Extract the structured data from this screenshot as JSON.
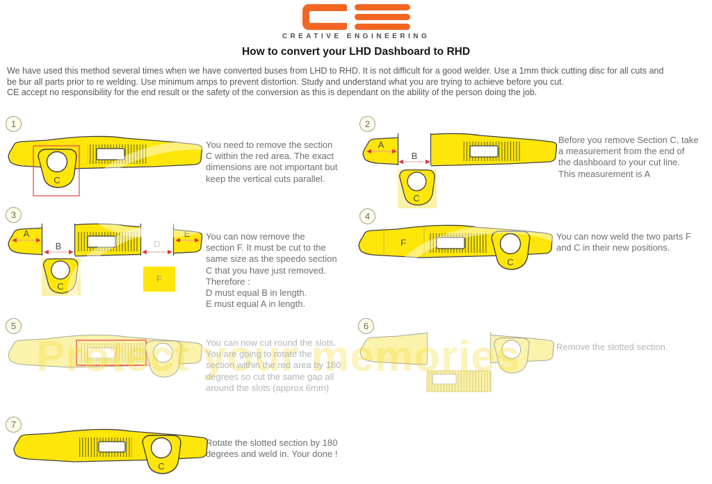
{
  "brand": {
    "logo": "CE",
    "name": "CREATIVE ENGINEERING"
  },
  "title": "How to convert your LHD Dashboard to RHD",
  "intro": "We have used this method several times when we have converted buses from LHD to RHD. It is not difficult for a good welder. Use a 1mm thick cutting disc for all cuts and\nbe bur all parts prior to re welding. Use minimum amps to prevent distortion. Study and understand what you are trying to achieve before you cut.\nCE accept no responsibility for the end result or the safety of the conversion as this is dependant on the ability of the person doing the job.",
  "watermark": "Protect your memories",
  "diagram_labels": {
    "A": "A",
    "B": "B",
    "C": "C",
    "D": "D",
    "E": "E",
    "F": "F"
  },
  "steps": [
    {
      "number": "1",
      "text": "You need to remove the section\nC within the red area. The exact\ndimensions are not important but\nkeep the vertical cuts parallel."
    },
    {
      "number": "2",
      "text": "Before you remove Section C, take\na measurement from the end of\nthe dashboard to your cut line.\nThis measurement is A"
    },
    {
      "number": "3",
      "text": "You can now remove the\nsection F. It must be cut to the\nsame size as the speedo section\nC that you have just removed.\nTherefore :\nD must equal B in length.\nE must equal A in length."
    },
    {
      "number": "4",
      "text": "You can now weld the two parts F\nand C in their new positions."
    },
    {
      "number": "5",
      "text": "You can now cut round the slots.\nYou are going to rotate the\nsection within the red area by 180\ndegrees so cut the same gap all\naround the slots (approx 6mm)"
    },
    {
      "number": "6",
      "text": "Remove the slotted section."
    },
    {
      "number": "7",
      "text": "Rotate the slotted section by 180\ndegrees and weld in. Your done !"
    }
  ],
  "colors": {
    "accent_orange": "#F26522",
    "dashboard_yellow": "#FFE60A",
    "faded_yellow": "#FBF3AC",
    "cut_red": "#EE4A50",
    "text_gray": "#6D6E71",
    "faded_text_gray": "#B3B5B8"
  }
}
